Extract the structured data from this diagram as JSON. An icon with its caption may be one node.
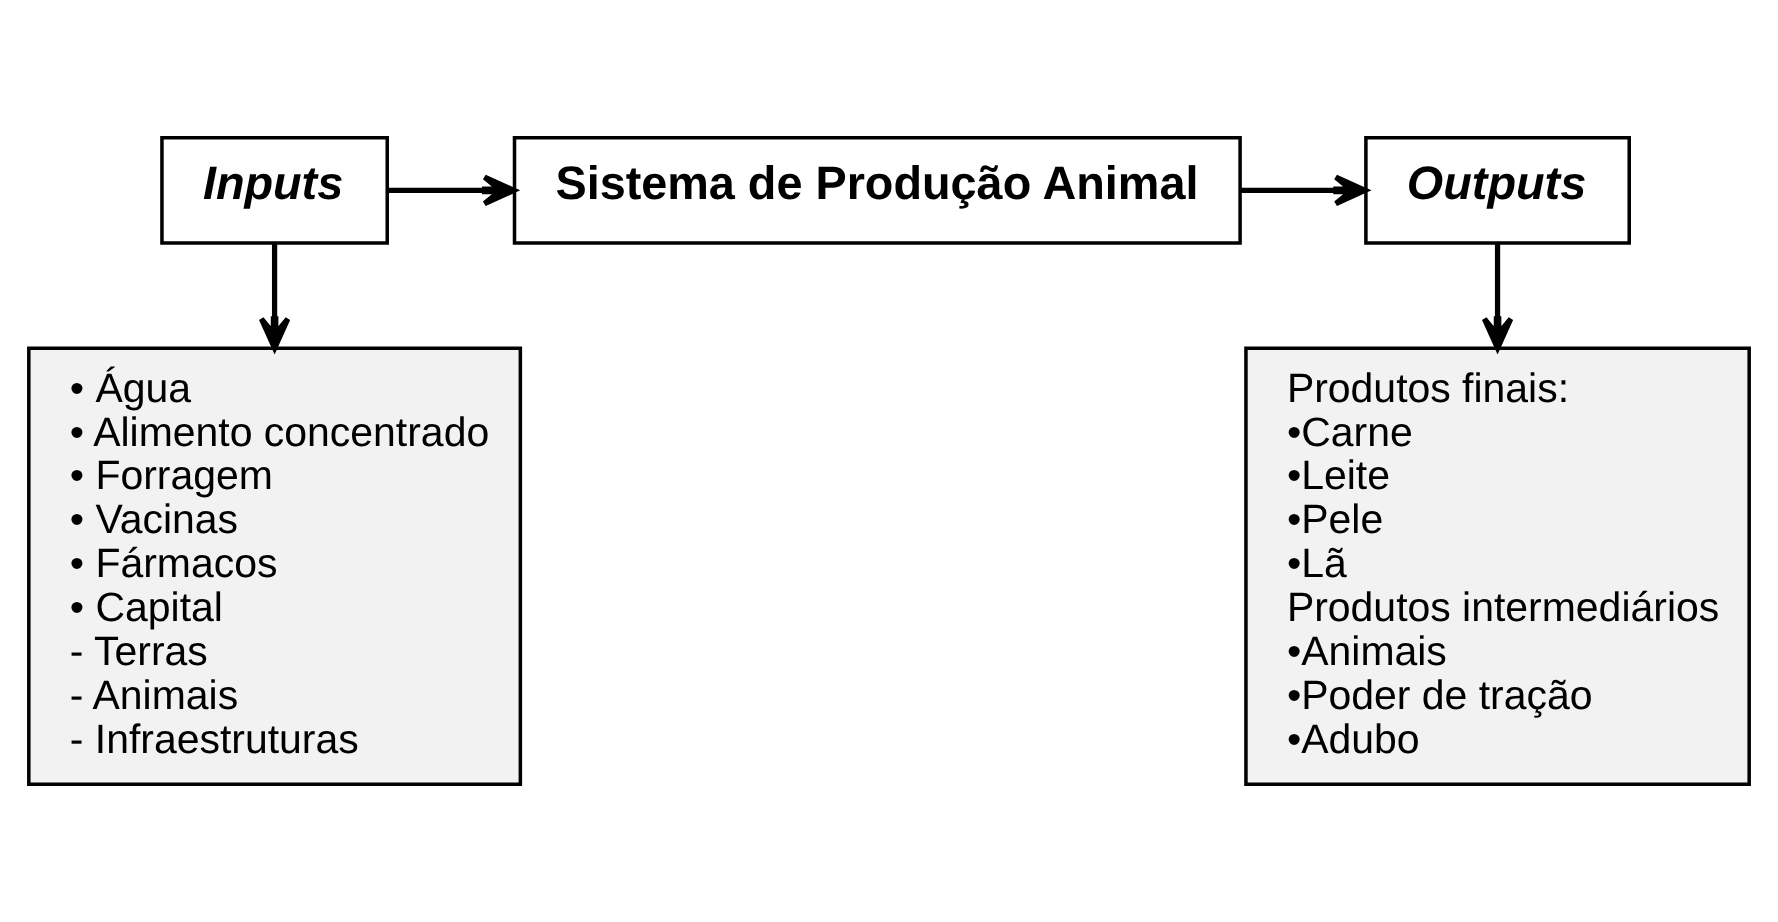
{
  "diagram": {
    "nodes": [
      {
        "text": [
          "Inputs"
        ]
      },
      {
        "text": [
          "Sistema de Produção Animal"
        ]
      },
      {
        "text": [
          "Outputs"
        ]
      },
      {
        "text": [
          "• Água",
          "• Alimento concentrado",
          "• Forragem",
          "• Vacinas",
          "• Fármacos",
          "• Capital",
          "- Terras",
          "- Animais",
          "- Infraestruturas"
        ]
      },
      {
        "text": [
          "Produtos finais:",
          "•Carne",
          "•Leite",
          "•Pele",
          "•Lã",
          "Produtos intermediários",
          "•Animais",
          "•Poder de tração",
          "•Adubo"
        ]
      }
    ],
    "edges": [
      {
        "from": 0,
        "to": 1,
        "arrow": "to"
      },
      {
        "from": 1,
        "to": 2,
        "arrow": "to"
      },
      {
        "from": 0,
        "to": 3,
        "arrow": "to"
      },
      {
        "from": 2,
        "to": 4,
        "arrow": "to"
      }
    ]
  }
}
